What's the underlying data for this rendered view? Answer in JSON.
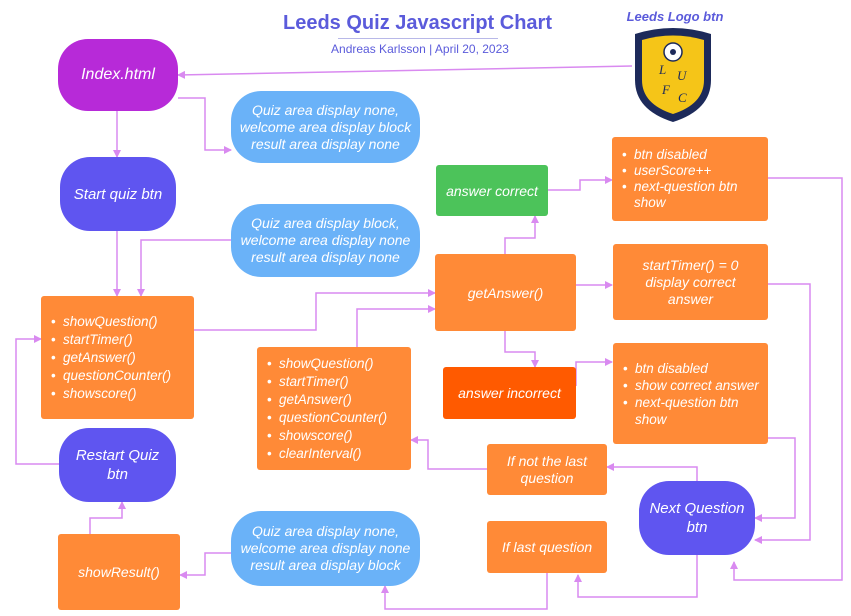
{
  "header": {
    "title": "Leeds Quiz Javascript Chart",
    "author": "Andreas Karlsson",
    "separator": "|",
    "date": "April 20, 2023"
  },
  "logo": {
    "label": "Leeds Logo btn",
    "badge_text": "L U F C"
  },
  "nodes": {
    "index": "Index.html",
    "start_quiz": "Start quiz btn",
    "restart_quiz": [
      "Restart Quiz",
      "btn"
    ],
    "show_result": "showResult()",
    "next_question": [
      "Next Question",
      "btn"
    ],
    "get_answer": "getAnswer()",
    "answer_correct": "answer correct",
    "answer_incorrect": "answer incorrect",
    "if_not_last": [
      "If not the last",
      "question"
    ],
    "if_last": "If last question"
  },
  "notes": {
    "welcome_state": [
      "Quiz area display none,",
      "welcome area display block",
      "result area display none"
    ],
    "quiz_state": [
      "Quiz area display block,",
      "welcome area display none",
      "result area display none"
    ],
    "result_state": [
      "Quiz area display none,",
      "welcome area display none",
      "result area display block"
    ],
    "timer_zero": [
      "startTimer() = 0",
      "display correct",
      "answer"
    ]
  },
  "lists": {
    "quiz_functions": [
      "showQuestion()",
      "startTimer()",
      "getAnswer()",
      "questionCounter()",
      "showscore()"
    ],
    "next_functions": [
      "showQuestion()",
      "startTimer()",
      "getAnswer()",
      "questionCounter()",
      "showscore()",
      "clearInterval()"
    ],
    "correct_actions": [
      "btn disabled",
      "userScore++",
      "next-question btn show"
    ],
    "incorrect_actions": [
      "btn disabled",
      "show correct answer",
      "next-question btn show"
    ]
  },
  "colors": {
    "connector": "#d98af0",
    "title": "#5b5bdb",
    "purple": "#b72ad8",
    "indigo": "#5f55f0",
    "sky": "#6ab2f8",
    "orange": "#ff8a37",
    "red": "#ff5a00",
    "green": "#4cc35a"
  }
}
